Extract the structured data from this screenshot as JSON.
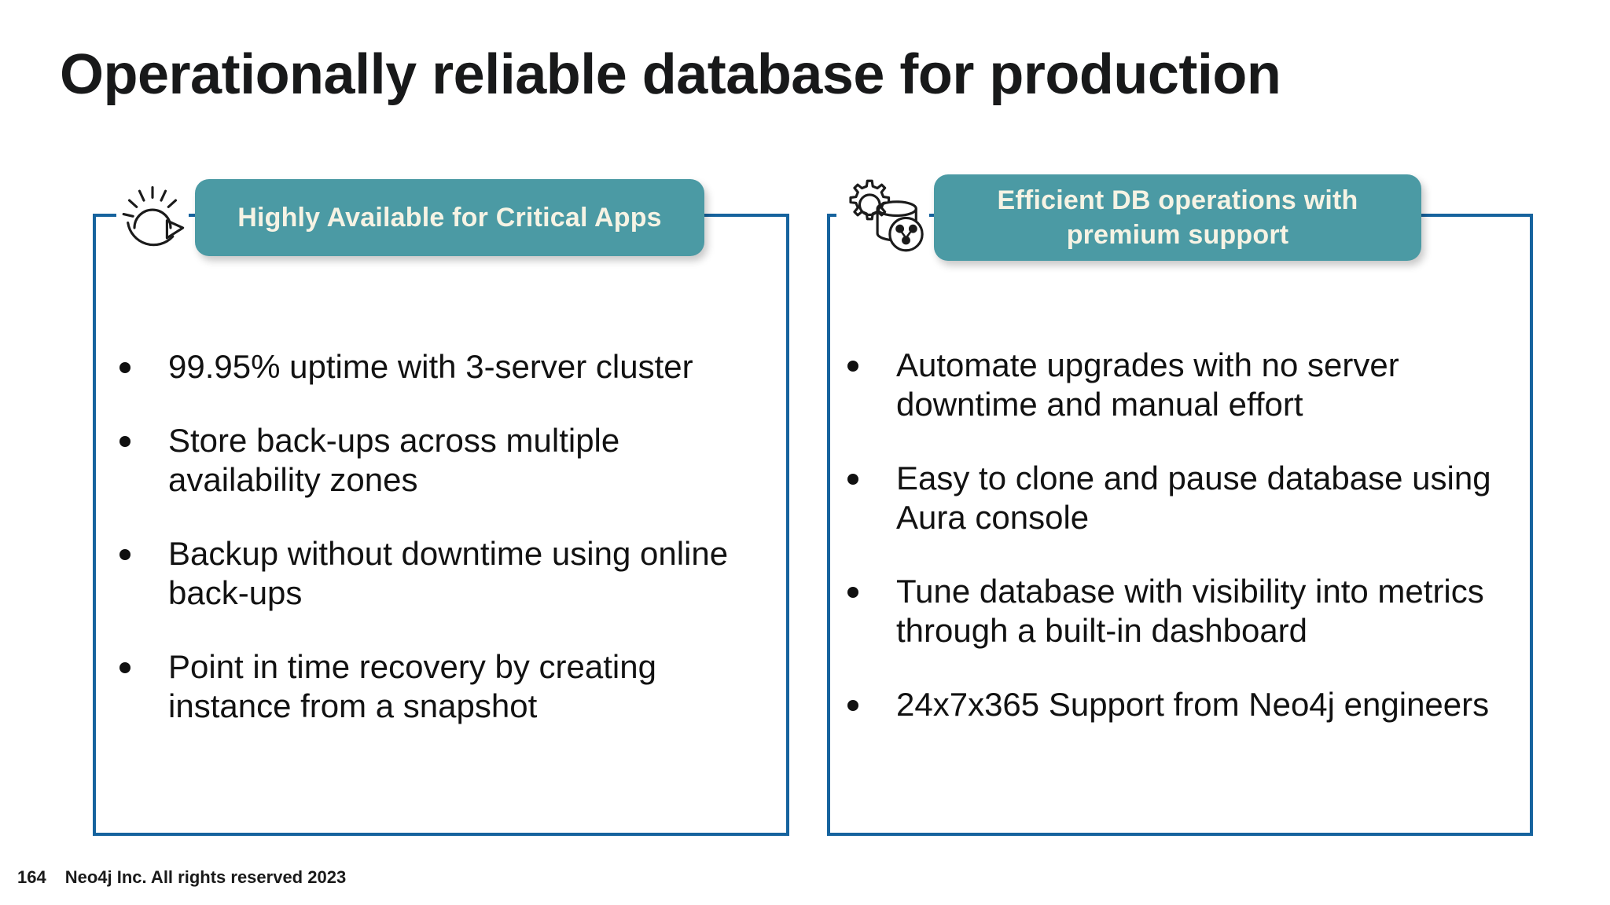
{
  "slide": {
    "title": "Operationally reliable database for production",
    "accent_teal": "#4b9aa4",
    "accent_blue": "#16639e",
    "pill_text_color": "#f6f3e4"
  },
  "columns": [
    {
      "icon": "sun-refresh-icon",
      "pill_label": "Highly Available for Critical Apps",
      "bullets": [
        "99.95% uptime with 3-server cluster",
        "Store back-ups across multiple availability zones",
        "Backup without downtime using online back-ups",
        "Point in time recovery by creating instance from a snapshot"
      ]
    },
    {
      "icon": "gear-database-graph-icon",
      "pill_line1": "Efficient DB operations with",
      "pill_line2": "premium support",
      "bullets": [
        "Automate upgrades with no server downtime and manual effort",
        "Easy to clone and pause database using Aura console",
        "Tune database with visibility into metrics through a built-in dashboard",
        "24x7x365 Support from Neo4j engineers"
      ]
    }
  ],
  "footer": {
    "page_number": "164",
    "copyright": "Neo4j Inc. All rights reserved 2023"
  }
}
